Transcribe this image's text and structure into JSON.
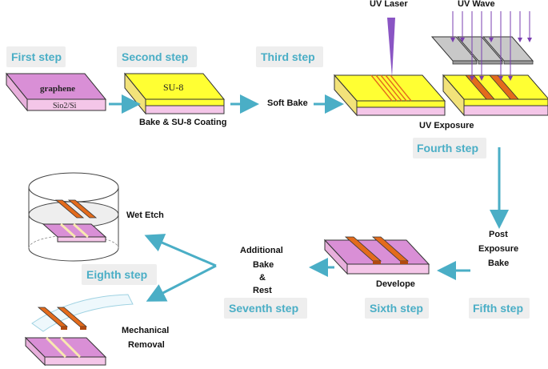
{
  "steps": {
    "first": "First step",
    "second": "Second step",
    "third": "Third step",
    "fourth": "Fourth step",
    "fifth": "Fifth step",
    "sixth": "Sixth step",
    "seventh": "Seventh step",
    "eighth": "Eighth step"
  },
  "captions": {
    "graphene": "graphene",
    "substrate": "Sio2/Si",
    "su8": "SU-8",
    "bake_coating": "Bake & SU-8 Coating",
    "soft_bake": "Soft Bake",
    "uv_laser": "UV Laser",
    "uv_wave": "UV Wave",
    "uv_exposure": "UV Exposure",
    "post_exposure_1": "Post",
    "post_exposure_2": "Exposure",
    "post_exposure_3": "Bake",
    "develope": "Develope",
    "additional_1": "Additional",
    "additional_2": "Bake",
    "additional_3": "&",
    "additional_4": "Rest",
    "wet_etch": "Wet Etch",
    "mechanical_1": "Mechanical",
    "mechanical_2": "Removal"
  },
  "colors": {
    "step_text": "#4aaec6",
    "step_bg": "#eeeeee",
    "arrow": "#4aaec6",
    "graphene": "#d98fd6",
    "substrate": "#f4c6e8",
    "su8": "#ffff33",
    "stripe": "#e36b1c",
    "laser": "#8a55c4",
    "mask": "#c8c8c8"
  }
}
